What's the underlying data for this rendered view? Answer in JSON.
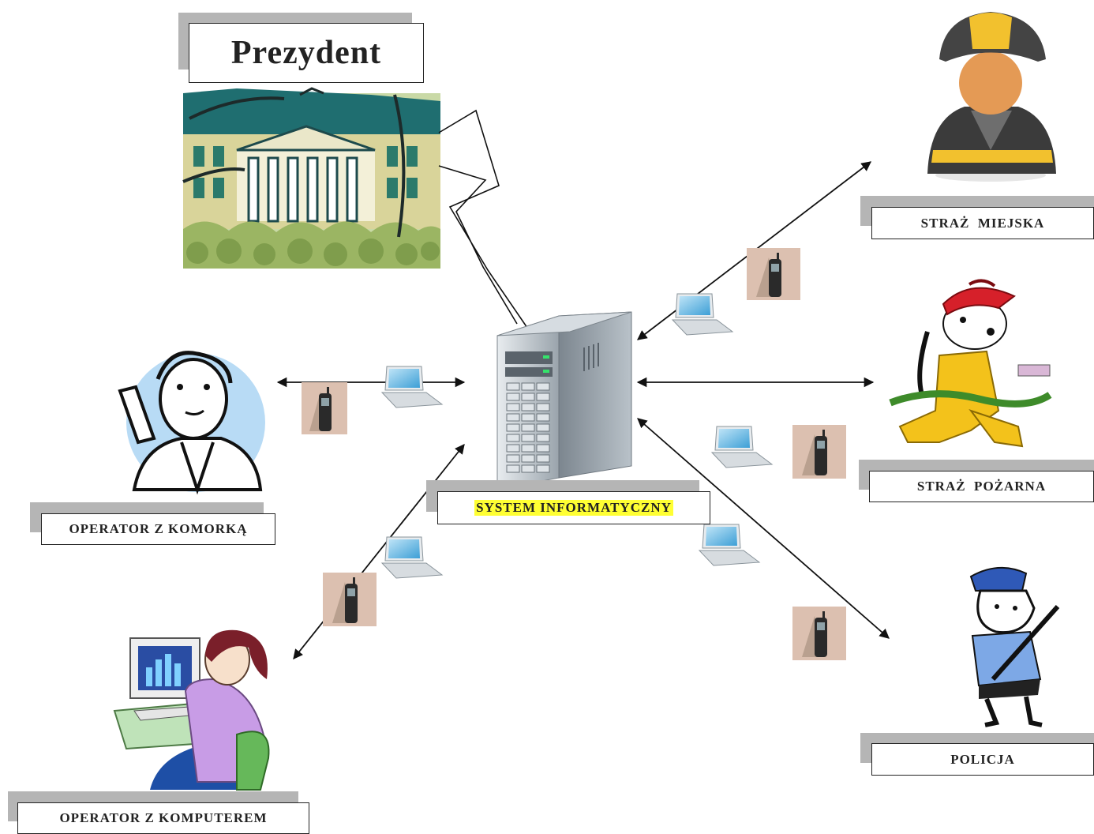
{
  "title": "Prezydent",
  "center": {
    "label": "SYSTEM INFORMATYCZNY"
  },
  "nodes": {
    "straz_miejska": "STRAŻ  MIEJSKA",
    "straz_pozarna": "STRAŻ  POŻARNA",
    "policja": "POLICJA",
    "operator_komorka": "OPERATOR Z KOMORKĄ",
    "operator_komputer": "OPERATOR Z KOMPUTEREM"
  },
  "colors": {
    "label_highlight": "#ffff33",
    "shadow": "#b5b5b5",
    "phone_bg": "#dcc0b0"
  }
}
